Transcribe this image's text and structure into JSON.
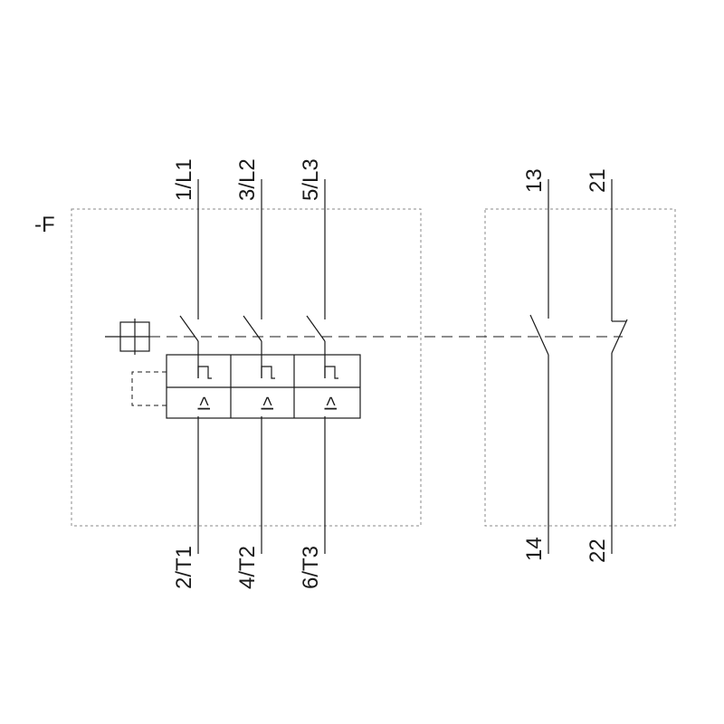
{
  "device_tag": "-F",
  "main_terminals": {
    "top": [
      "1/L1",
      "3/L2",
      "5/L3"
    ],
    "bottom": [
      "2/T1",
      "4/T2",
      "6/T3"
    ]
  },
  "aux_terminals": {
    "top": [
      "13",
      "21"
    ],
    "bottom": [
      "14",
      "22"
    ]
  },
  "trip_symbol": "I>",
  "colors": {
    "line": "#1a1a1a",
    "enclosure": "#888888"
  }
}
